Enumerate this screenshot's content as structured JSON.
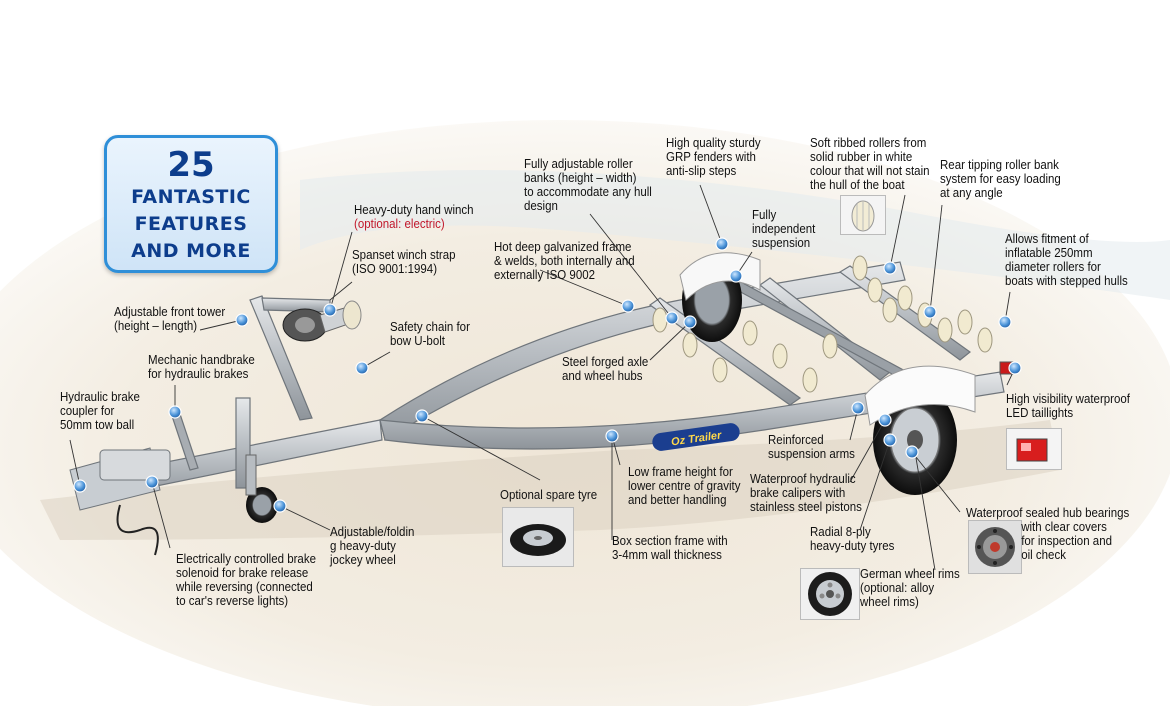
{
  "badge": {
    "number": "25",
    "line1": "FANTASTIC",
    "line2": "FEATURES",
    "line3": "AND MORE"
  },
  "trailer_brand": "Oz Trailer",
  "labels": {
    "hydraulic_coupler": [
      "Hydraulic brake",
      "coupler for",
      "50mm tow ball"
    ],
    "front_tower": [
      "Adjustable front tower",
      "(height – length)"
    ],
    "handbrake": [
      "Mechanic handbrake",
      "for hydraulic brakes"
    ],
    "winch": [
      "Heavy-duty hand winch"
    ],
    "winch_optional": "(optional: electric)",
    "winch_strap": [
      "Spanset winch strap",
      "(ISO 9001:1994)"
    ],
    "safety_chain": [
      "Safety chain for",
      "bow U-bolt"
    ],
    "galvanized": [
      "Hot deep galvanized frame",
      "& welds, both internally and",
      "externally ISO 9002"
    ],
    "roller_banks": [
      "Fully adjustable roller",
      "banks (height – width)",
      "to accommodate any hull",
      "design"
    ],
    "fenders": [
      "High quality sturdy",
      "GRP fenders with",
      "anti-slip steps"
    ],
    "suspension": [
      "Fully",
      "independent",
      "suspension"
    ],
    "soft_rollers": [
      "Soft ribbed rollers from",
      "solid rubber in white",
      "colour that will not stain",
      "the hull of the boat"
    ],
    "rear_tipping": [
      "Rear tipping roller bank",
      "system for easy loading",
      "at any angle"
    ],
    "inflatable": [
      "Allows fitment of",
      "inflatable 250mm",
      "diameter rollers for",
      "boats with stepped hulls"
    ],
    "led": [
      "High visibility waterproof",
      "LED taillights"
    ],
    "axle": [
      "Steel forged axle",
      "and wheel hubs"
    ],
    "reinforced": [
      "Reinforced",
      "suspension arms"
    ],
    "calipers": [
      "Waterproof hydraulic",
      "brake calipers with",
      "stainless steel pistons"
    ],
    "low_frame": [
      "Low frame height for",
      "lower centre of gravity",
      "and better handling"
    ],
    "hub_bearings": [
      "Waterproof sealed hub bearings",
      "with clear covers",
      "for inspection and",
      "oil check"
    ],
    "radial": [
      "Radial 8-ply",
      "heavy-duty tyres"
    ],
    "rims": [
      "German wheel rims",
      "(optional: alloy",
      "wheel rims)"
    ],
    "spare": [
      "Optional spare tyre"
    ],
    "box_section": [
      "Box section frame with",
      "3-4mm wall thickness"
    ],
    "jockey": [
      "Adjustable/foldin",
      "g heavy-duty",
      "jockey wheel"
    ],
    "solenoid": [
      "Electrically controlled brake",
      "solenoid for brake release",
      "while reversing (connected",
      "to car's reverse lights)"
    ]
  }
}
